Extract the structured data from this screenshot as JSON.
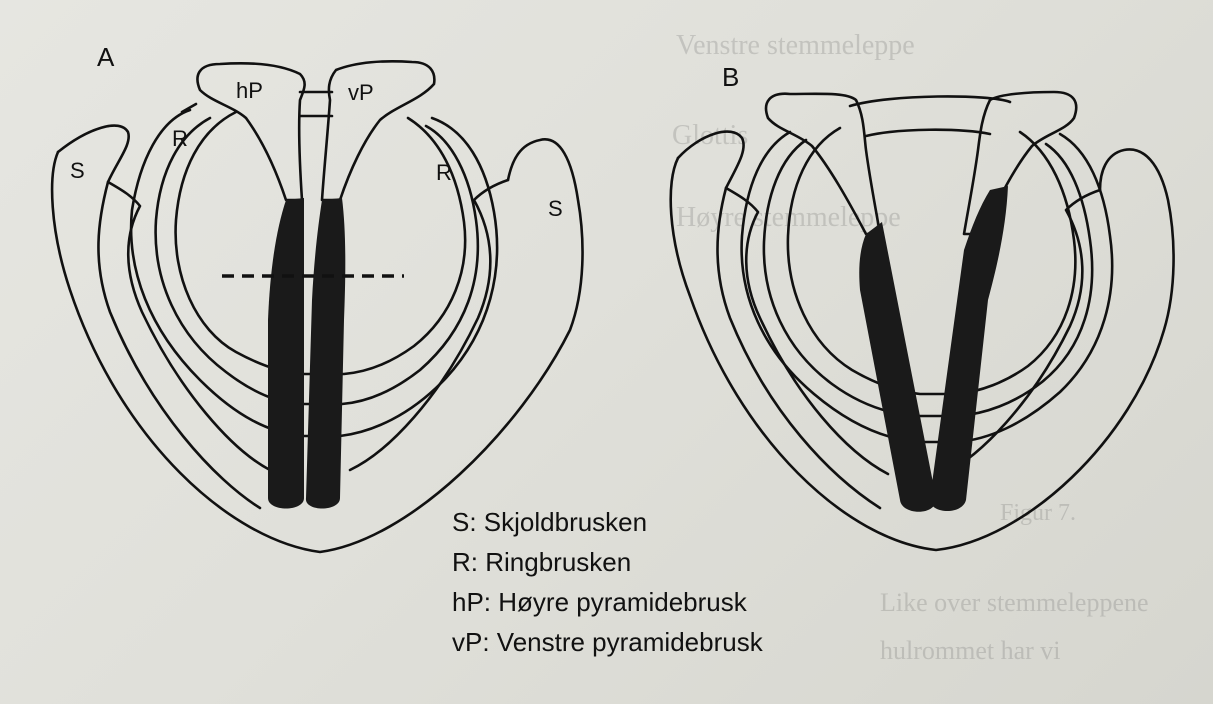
{
  "panels": {
    "a": {
      "label": "A"
    },
    "b": {
      "label": "B"
    }
  },
  "parts": {
    "s_left": "S",
    "s_right": "S",
    "r_left": "R",
    "r_right": "R",
    "hp": "hP",
    "vp": "vP"
  },
  "legend": [
    "S: Skjoldbrusken",
    "R: Ringbrusken",
    "hP: Høyre pyramidebrusk",
    "vP: Venstre pyramidebrusk"
  ],
  "colors": {
    "ink": "#111111",
    "paper": "#e3e3dd",
    "fold": "#1a1a1a"
  }
}
